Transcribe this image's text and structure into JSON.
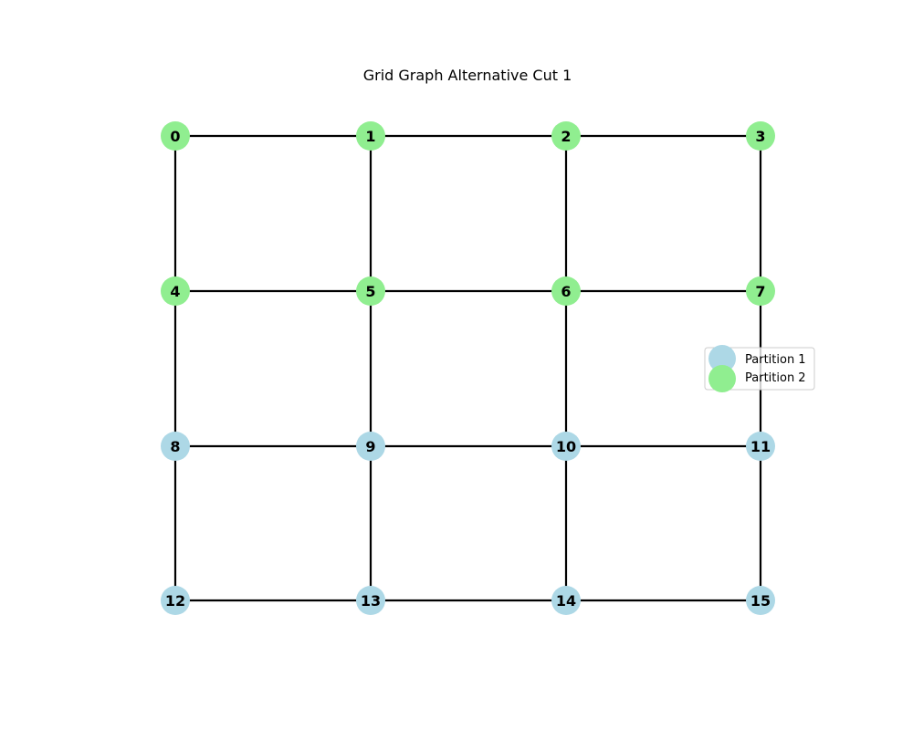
{
  "title": "Grid Graph Alternative Cut 1",
  "colors": {
    "partition_1": "#add8e6",
    "partition_2": "#90ee90",
    "edge": "#000000"
  },
  "grid": {
    "rows": 4,
    "cols": 4
  },
  "nodes": [
    {
      "id": "0",
      "partition": 2
    },
    {
      "id": "1",
      "partition": 2
    },
    {
      "id": "2",
      "partition": 2
    },
    {
      "id": "3",
      "partition": 2
    },
    {
      "id": "4",
      "partition": 2
    },
    {
      "id": "5",
      "partition": 2
    },
    {
      "id": "6",
      "partition": 2
    },
    {
      "id": "7",
      "partition": 2
    },
    {
      "id": "8",
      "partition": 1
    },
    {
      "id": "9",
      "partition": 1
    },
    {
      "id": "10",
      "partition": 1
    },
    {
      "id": "11",
      "partition": 1
    },
    {
      "id": "12",
      "partition": 1
    },
    {
      "id": "13",
      "partition": 1
    },
    {
      "id": "14",
      "partition": 1
    },
    {
      "id": "15",
      "partition": 1
    }
  ],
  "edges": [
    [
      "0",
      "1"
    ],
    [
      "1",
      "2"
    ],
    [
      "2",
      "3"
    ],
    [
      "4",
      "5"
    ],
    [
      "5",
      "6"
    ],
    [
      "6",
      "7"
    ],
    [
      "8",
      "9"
    ],
    [
      "9",
      "10"
    ],
    [
      "10",
      "11"
    ],
    [
      "12",
      "13"
    ],
    [
      "13",
      "14"
    ],
    [
      "14",
      "15"
    ],
    [
      "0",
      "4"
    ],
    [
      "4",
      "8"
    ],
    [
      "8",
      "12"
    ],
    [
      "1",
      "5"
    ],
    [
      "5",
      "9"
    ],
    [
      "9",
      "13"
    ],
    [
      "2",
      "6"
    ],
    [
      "6",
      "10"
    ],
    [
      "10",
      "14"
    ],
    [
      "3",
      "7"
    ],
    [
      "7",
      "11"
    ],
    [
      "11",
      "15"
    ]
  ],
  "legend": {
    "items": [
      {
        "label": "Partition 1",
        "color": "#add8e6"
      },
      {
        "label": "Partition 2",
        "color": "#90ee90"
      }
    ]
  }
}
